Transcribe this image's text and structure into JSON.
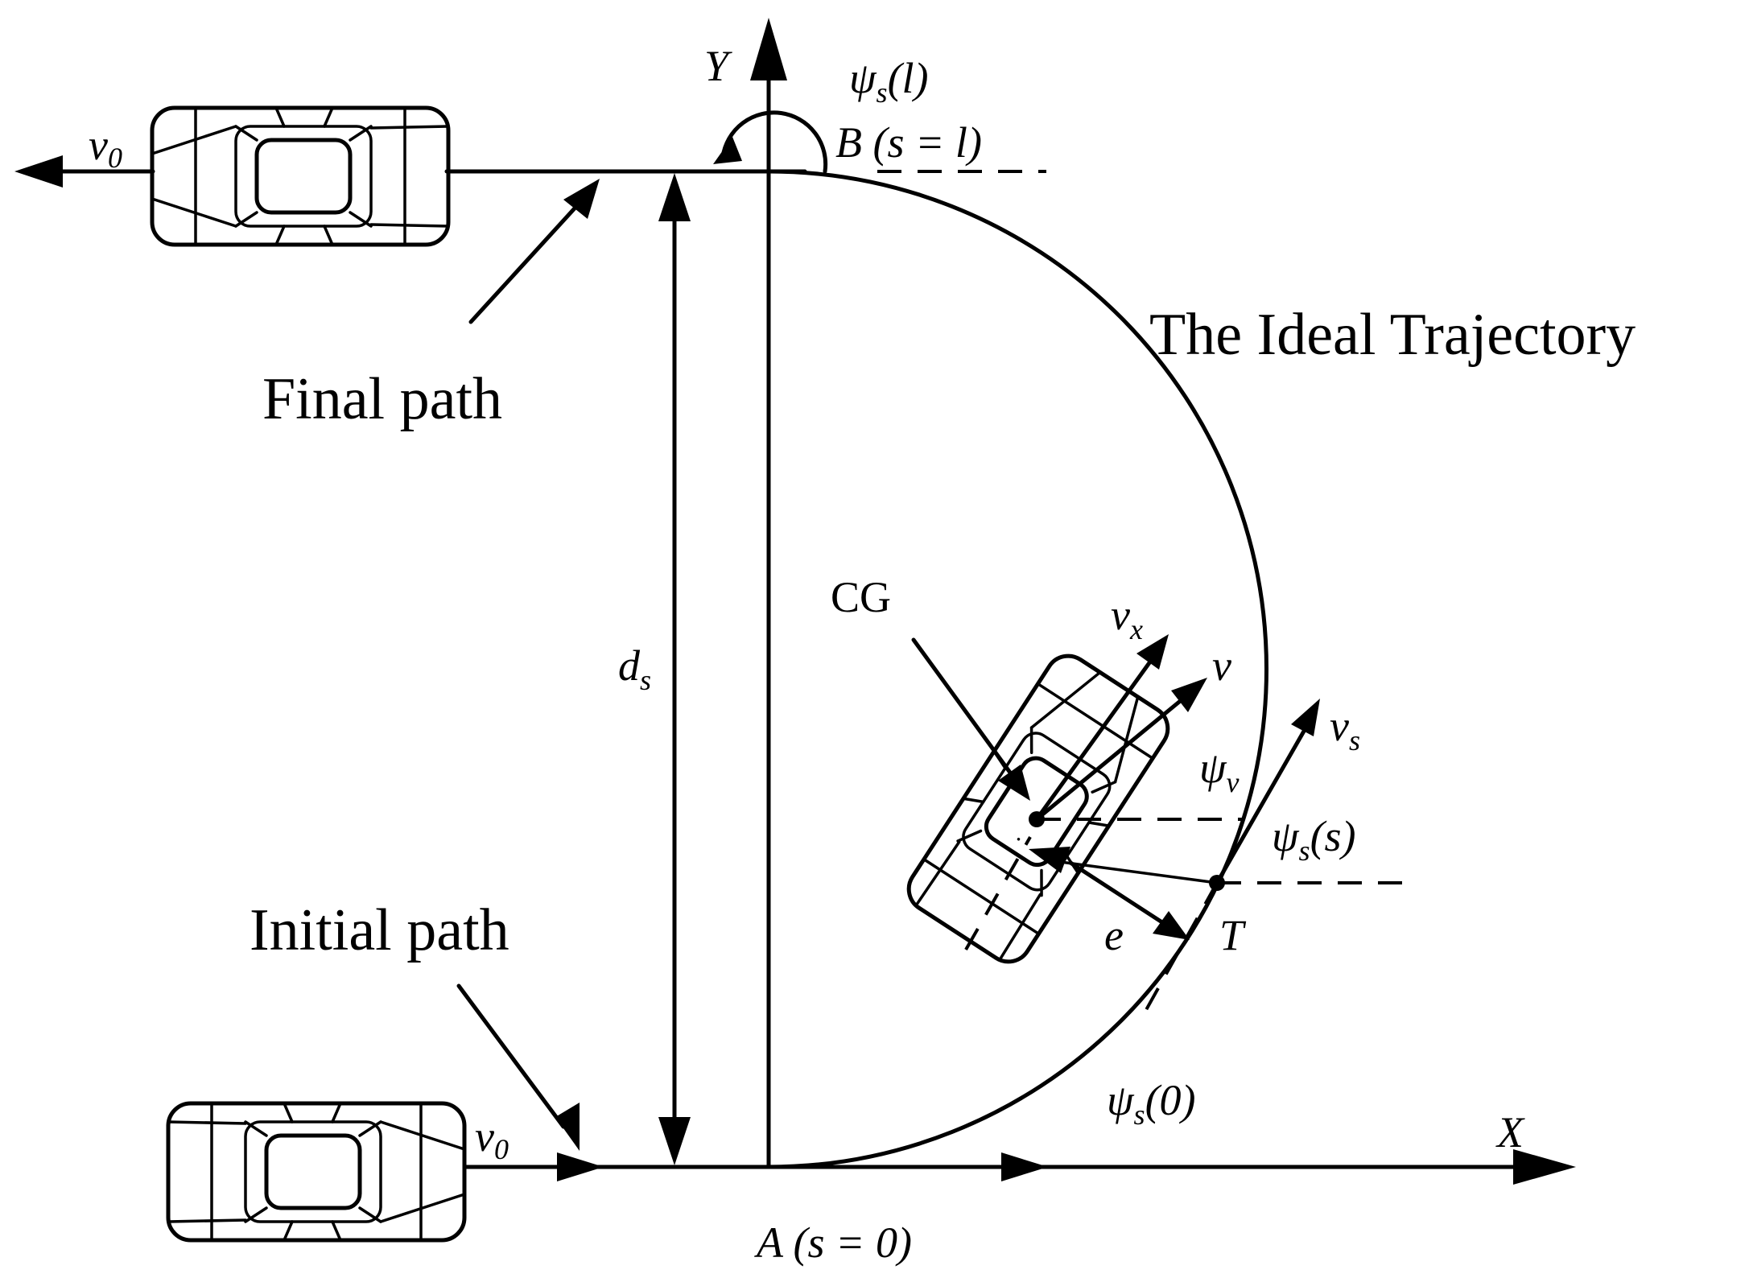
{
  "labels": {
    "y_axis": "Y",
    "x_axis": "X",
    "psi_s_l": {
      "sym": "ψ",
      "sub": "s",
      "arg": "(l)"
    },
    "point_b": {
      "name": "B",
      "rest": " (s = l)"
    },
    "point_a": {
      "name": "A",
      "rest": " (s = 0)"
    },
    "v0_top": {
      "sym": "v",
      "sub": "0"
    },
    "v0_bottom": {
      "sym": "v",
      "sub": "0"
    },
    "final_path": "Final path",
    "initial_path": "Initial path",
    "ideal_trajectory": "The Ideal Trajectory",
    "ds": {
      "sym": "d",
      "sub": "s"
    },
    "cg": "CG",
    "vx": {
      "sym": "v",
      "sub": "x"
    },
    "v": "v",
    "vs": {
      "sym": "v",
      "sub": "s"
    },
    "psi_v": {
      "sym": "ψ",
      "sub": "v"
    },
    "psi_s_s": {
      "sym": "ψ",
      "sub": "s",
      "arg": "(s)"
    },
    "psi_s_0": {
      "sym": "ψ",
      "sub": "s",
      "arg": "(0)"
    },
    "e": "e",
    "t": "T"
  }
}
